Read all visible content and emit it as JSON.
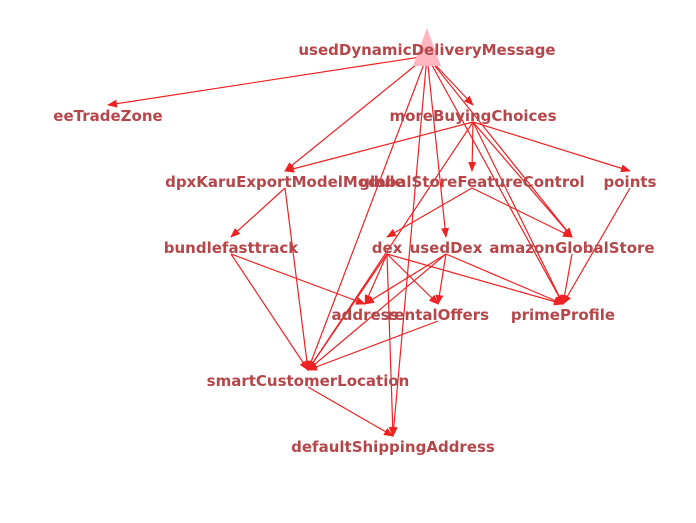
{
  "colors": {
    "edge": "#ee2222",
    "arrow": "#ee2222",
    "label": "#b5474b",
    "root_marker": "#ffb6c1",
    "background": "#ffffff"
  },
  "nodes": [
    {
      "id": "usedDynamicDeliveryMessage",
      "label": "usedDynamicDeliveryMessage",
      "root": true
    },
    {
      "id": "eeTradeZone",
      "label": "eeTradeZone"
    },
    {
      "id": "moreBuyingChoices",
      "label": "moreBuyingChoices"
    },
    {
      "id": "dpxKaruExportModelModule",
      "label": "dpxKaruExportModelModule"
    },
    {
      "id": "globalStoreFeatureControl",
      "label": "globalStoreFeatureControl"
    },
    {
      "id": "points",
      "label": "points"
    },
    {
      "id": "bundlefasttrack",
      "label": "bundlefasttrack"
    },
    {
      "id": "dex",
      "label": "dex"
    },
    {
      "id": "usedDex",
      "label": "usedDex"
    },
    {
      "id": "amazonGlobalStore",
      "label": "amazonGlobalStore"
    },
    {
      "id": "address",
      "label": "address"
    },
    {
      "id": "rentalOffers",
      "label": "rentalOffers"
    },
    {
      "id": "primeProfile",
      "label": "primeProfile"
    },
    {
      "id": "smartCustomerLocation",
      "label": "smartCustomerLocation"
    },
    {
      "id": "defaultShippingAddress",
      "label": "defaultShippingAddress"
    }
  ],
  "edges": [
    [
      "usedDynamicDeliveryMessage",
      "eeTradeZone"
    ],
    [
      "usedDynamicDeliveryMessage",
      "moreBuyingChoices"
    ],
    [
      "usedDynamicDeliveryMessage",
      "dpxKaruExportModelModule"
    ],
    [
      "usedDynamicDeliveryMessage",
      "usedDex"
    ],
    [
      "usedDynamicDeliveryMessage",
      "amazonGlobalStore"
    ],
    [
      "usedDynamicDeliveryMessage",
      "primeProfile"
    ],
    [
      "usedDynamicDeliveryMessage",
      "smartCustomerLocation"
    ],
    [
      "usedDynamicDeliveryMessage",
      "defaultShippingAddress"
    ],
    [
      "moreBuyingChoices",
      "dpxKaruExportModelModule"
    ],
    [
      "moreBuyingChoices",
      "globalStoreFeatureControl"
    ],
    [
      "moreBuyingChoices",
      "points"
    ],
    [
      "moreBuyingChoices",
      "amazonGlobalStore"
    ],
    [
      "moreBuyingChoices",
      "primeProfile"
    ],
    [
      "moreBuyingChoices",
      "smartCustomerLocation"
    ],
    [
      "dpxKaruExportModelModule",
      "bundlefasttrack"
    ],
    [
      "dpxKaruExportModelModule",
      "smartCustomerLocation"
    ],
    [
      "globalStoreFeatureControl",
      "dex"
    ],
    [
      "globalStoreFeatureControl",
      "amazonGlobalStore"
    ],
    [
      "points",
      "primeProfile"
    ],
    [
      "amazonGlobalStore",
      "primeProfile"
    ],
    [
      "bundlefasttrack",
      "address"
    ],
    [
      "bundlefasttrack",
      "smartCustomerLocation"
    ],
    [
      "dex",
      "address"
    ],
    [
      "dex",
      "rentalOffers"
    ],
    [
      "dex",
      "primeProfile"
    ],
    [
      "dex",
      "smartCustomerLocation"
    ],
    [
      "dex",
      "defaultShippingAddress"
    ],
    [
      "usedDex",
      "address"
    ],
    [
      "usedDex",
      "rentalOffers"
    ],
    [
      "usedDex",
      "primeProfile"
    ],
    [
      "usedDex",
      "smartCustomerLocation"
    ],
    [
      "rentalOffers",
      "smartCustomerLocation"
    ],
    [
      "smartCustomerLocation",
      "defaultShippingAddress"
    ]
  ]
}
